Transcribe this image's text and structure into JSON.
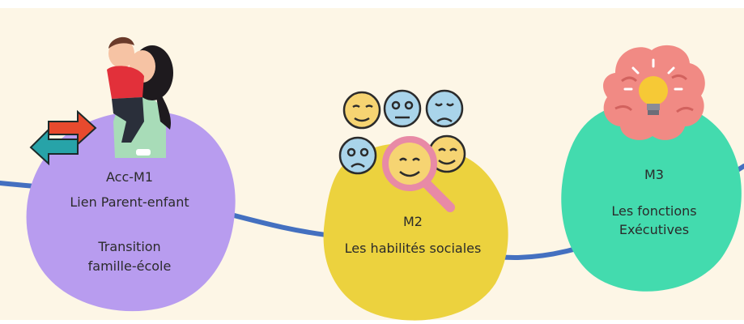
{
  "colors": {
    "background": "#fdf6e6",
    "path": "#4470c0",
    "blob_m1": "#b89cef",
    "blob_m2": "#ecd23e",
    "blob_m3": "#43dbae"
  },
  "modules": [
    {
      "code": "Acc-M1",
      "title": "Lien Parent-enfant",
      "subtitle_line1": "Transition",
      "subtitle_line2": "famille-école",
      "icon": "parent-hugging-child-illustration"
    },
    {
      "code": "M2",
      "title": "Les habilités sociales",
      "icon": "emotion-faces-magnifier-icon"
    },
    {
      "code": "M3",
      "title_line1": "Les fonctions",
      "title_line2": "Exécutives",
      "icon": "brain-lightbulb-icon"
    }
  ]
}
